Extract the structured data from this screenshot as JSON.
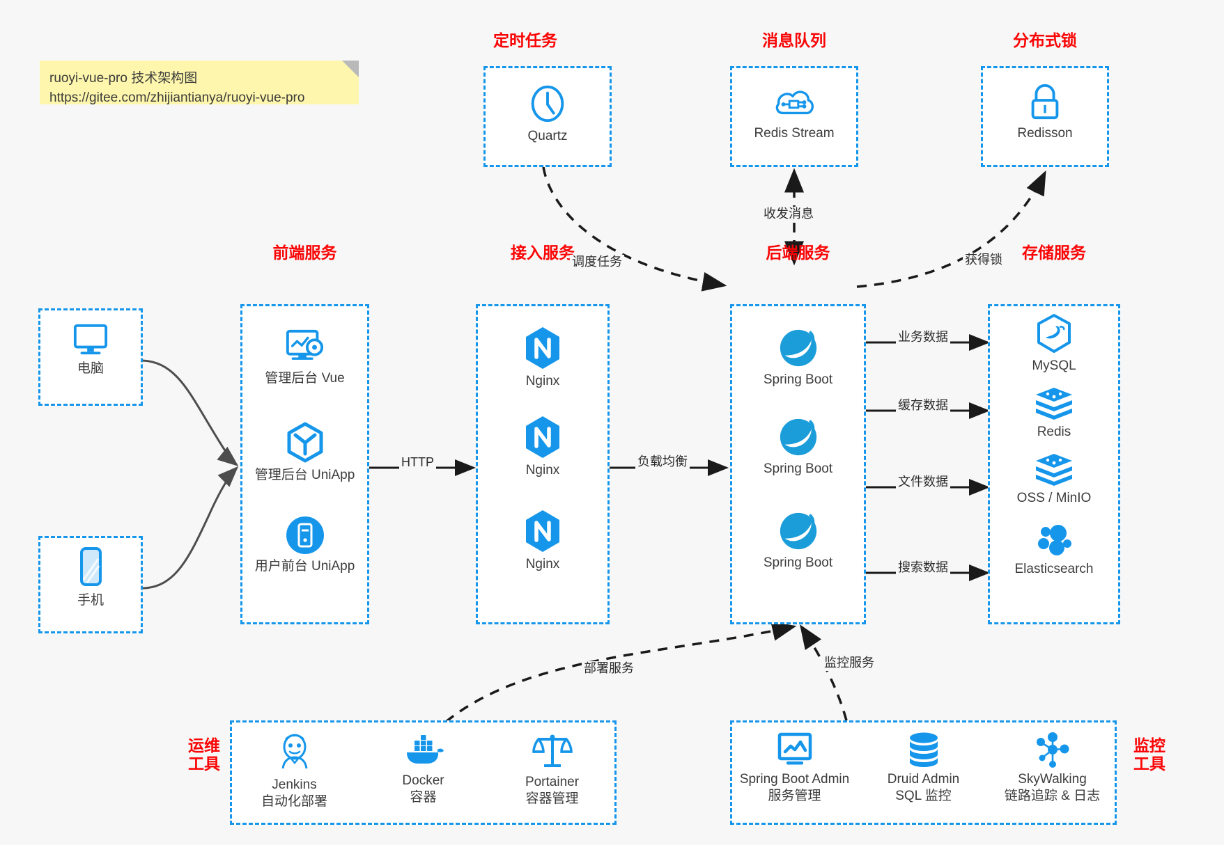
{
  "note": {
    "name": "sticky-note",
    "line1": "ruoyi-vue-pro 技术架构图",
    "line2": "https://gitee.com/zhijiantianya/ruoyi-vue-pro"
  },
  "colors": {
    "accent_blue": "#1596eb",
    "title_red": "#fa0505",
    "note_yellow": "#fdf6ac",
    "canvas": "#f7f7f7",
    "edge_gray": "#4d4d4d",
    "edge_black": "#1a1a1a"
  },
  "groups": {
    "scheduler": {
      "title": "定时任务",
      "nodes": [
        {
          "label": "Quartz",
          "icon": "clock-icon"
        }
      ]
    },
    "mq": {
      "title": "消息队列",
      "nodes": [
        {
          "label": "Redis Stream",
          "icon": "cloud-network-icon"
        }
      ]
    },
    "lock": {
      "title": "分布式锁",
      "nodes": [
        {
          "label": "Redisson",
          "icon": "padlock-icon"
        }
      ]
    },
    "device_pc": {
      "nodes": [
        {
          "label": "电脑",
          "icon": "desktop-monitor-icon"
        }
      ]
    },
    "device_phone": {
      "nodes": [
        {
          "label": "手机",
          "icon": "smartphone-icon"
        }
      ]
    },
    "frontend": {
      "title": "前端服务",
      "nodes": [
        {
          "label": "管理后台 Vue",
          "icon": "dashboard-gear-icon"
        },
        {
          "label": "管理后台 UniApp",
          "icon": "hexagon-cube-icon"
        },
        {
          "label": "用户前台 UniApp",
          "icon": "mobile-circle-icon"
        }
      ]
    },
    "gateway": {
      "title": "接入服务",
      "nodes": [
        {
          "label": "Nginx",
          "icon": "nginx-icon"
        },
        {
          "label": "Nginx",
          "icon": "nginx-icon"
        },
        {
          "label": "Nginx",
          "icon": "nginx-icon"
        }
      ]
    },
    "backend": {
      "title": "后端服务",
      "nodes": [
        {
          "label": "Spring Boot",
          "icon": "spring-boot-icon"
        },
        {
          "label": "Spring Boot",
          "icon": "spring-boot-icon"
        },
        {
          "label": "Spring Boot",
          "icon": "spring-boot-icon"
        }
      ]
    },
    "storage": {
      "title": "存储服务",
      "nodes": [
        {
          "label": "MySQL",
          "icon": "mysql-dolphin-icon"
        },
        {
          "label": "Redis",
          "icon": "redis-stack-icon"
        },
        {
          "label": "OSS / MinIO",
          "icon": "redis-stack-icon"
        },
        {
          "label": "Elasticsearch",
          "icon": "elasticsearch-icon"
        }
      ]
    },
    "devops": {
      "title": "运维\n工具",
      "title_line1": "运维",
      "title_line2": "工具",
      "nodes": [
        {
          "label": "Jenkins",
          "sublabel": "自动化部署",
          "icon": "jenkins-butler-icon"
        },
        {
          "label": "Docker",
          "sublabel": "容器",
          "icon": "docker-whale-icon"
        },
        {
          "label": "Portainer",
          "sublabel": "容器管理",
          "icon": "scales-balance-icon"
        }
      ]
    },
    "monitoring": {
      "title_line1": "监控",
      "title_line2": "工具",
      "nodes": [
        {
          "label": "Spring Boot Admin",
          "sublabel": "服务管理",
          "icon": "monitor-chart-icon"
        },
        {
          "label": "Druid Admin",
          "sublabel": "SQL 监控",
          "icon": "database-cylinder-icon"
        },
        {
          "label": "SkyWalking",
          "sublabel": "链路追踪 & 日志",
          "icon": "skywalking-node-icon"
        }
      ]
    }
  },
  "edges": [
    {
      "id": "schedule-task",
      "label": "调度任务"
    },
    {
      "id": "send-receive-message",
      "label": "收发消息"
    },
    {
      "id": "acquire-lock",
      "label": "获得锁"
    },
    {
      "id": "http",
      "label": "HTTP"
    },
    {
      "id": "load-balance",
      "label": "负载均衡"
    },
    {
      "id": "business-data",
      "label": "业务数据"
    },
    {
      "id": "cache-data",
      "label": "缓存数据"
    },
    {
      "id": "file-data",
      "label": "文件数据"
    },
    {
      "id": "search-data",
      "label": "搜索数据"
    },
    {
      "id": "deploy-service",
      "label": "部署服务"
    },
    {
      "id": "monitor-service",
      "label": "监控服务"
    }
  ]
}
